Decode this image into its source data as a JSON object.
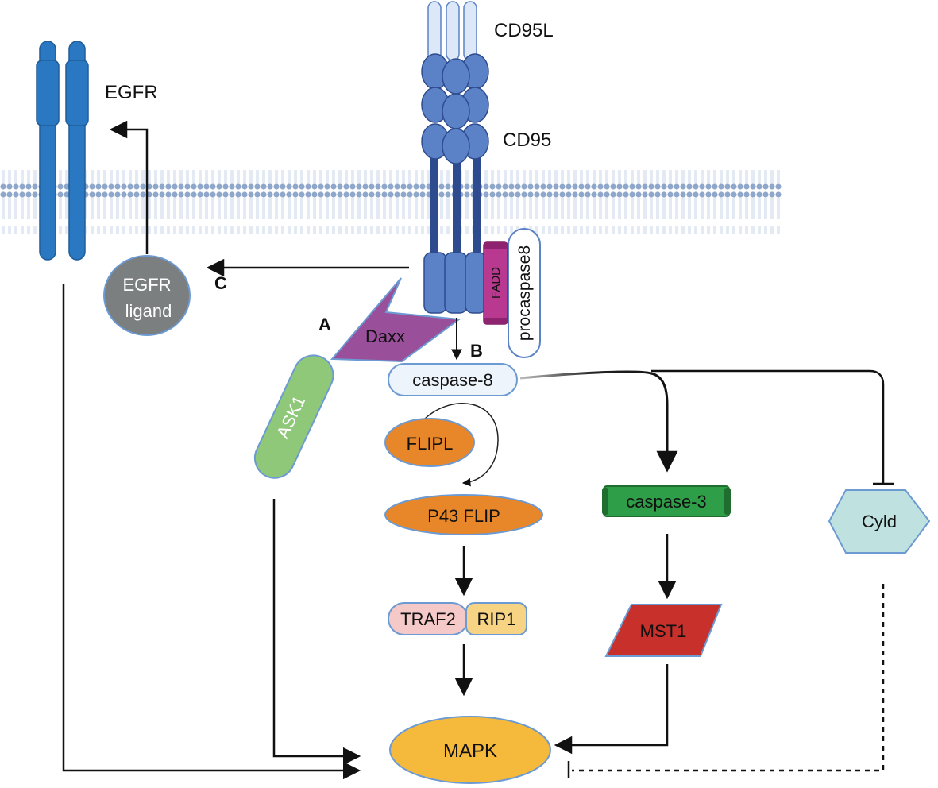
{
  "labels": {
    "cd95l": "CD95L",
    "cd95": "CD95",
    "egfr": "EGFR",
    "egfr_ligand_1": "EGFR",
    "egfr_ligand_2": "ligand",
    "fadd": "FADD",
    "procaspase8": "procaspase8",
    "daxx": "Daxx",
    "ask1": "ASK1",
    "caspase8": "caspase-8",
    "flipl": "FLIPL",
    "p43flip": "P43 FLIP",
    "traf2": "TRAF2",
    "rip1": "RIP1",
    "caspase3": "caspase-3",
    "mst1": "MST1",
    "cyld": "Cyld",
    "mapk": "MAPK"
  },
  "pathway_labels": {
    "a": "A",
    "b": "B",
    "c": "C"
  },
  "colors": {
    "membrane": "#9fb6d6",
    "cd95_dark": "#2f4b8f",
    "cd95_fill": "#5b82c6",
    "cd95l_fill": "#dce8f8",
    "egfr_fill": "#2a78c2",
    "fadd": "#b8398f",
    "daxx": "#9a4f9a",
    "ask1": "#8fc878",
    "egfr_ligand": "#7b7f80",
    "caspase8": "#eef4fc",
    "flip": "#e8862a",
    "traf2": "#f4c9c8",
    "rip1": "#f6d484",
    "caspase3": "#2f9e48",
    "mst1": "#c8302b",
    "cyld": "#bfe2e0",
    "mapk": "#f5b93c"
  }
}
